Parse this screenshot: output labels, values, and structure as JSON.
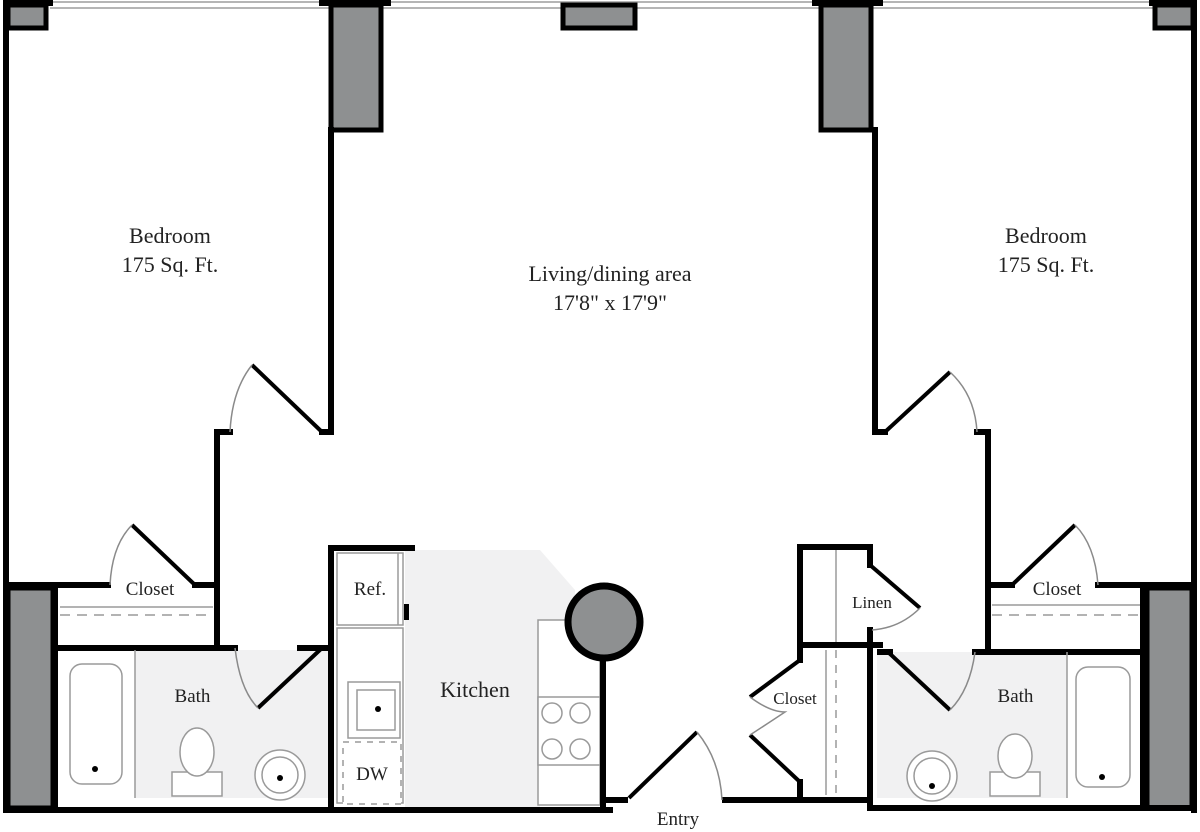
{
  "plan": {
    "rooms": {
      "bedroom_left": {
        "name": "Bedroom",
        "area": "175 Sq. Ft."
      },
      "bedroom_right": {
        "name": "Bedroom",
        "area": "175 Sq. Ft."
      },
      "living": {
        "name": "Living/dining area",
        "dimensions": "17'8\" x 17'9\""
      },
      "kitchen": {
        "name": "Kitchen"
      },
      "bath_left": {
        "name": "Bath"
      },
      "bath_right": {
        "name": "Bath"
      },
      "closet_left": {
        "name": "Closet"
      },
      "closet_right": {
        "name": "Closet"
      },
      "closet_entry": {
        "name": "Closet"
      },
      "linen": {
        "name": "Linen"
      },
      "entry": {
        "name": "Entry"
      }
    },
    "appliances": {
      "refrigerator": "Ref.",
      "dishwasher": "DW"
    },
    "colors": {
      "wall": "#000000",
      "column_fill": "#8e9091",
      "wet_area_fill": "#f1f1f2",
      "fixture_stroke": "#9a9a9a",
      "window_line": "#b5b5b5",
      "text": "#222222",
      "background": "#ffffff"
    }
  }
}
